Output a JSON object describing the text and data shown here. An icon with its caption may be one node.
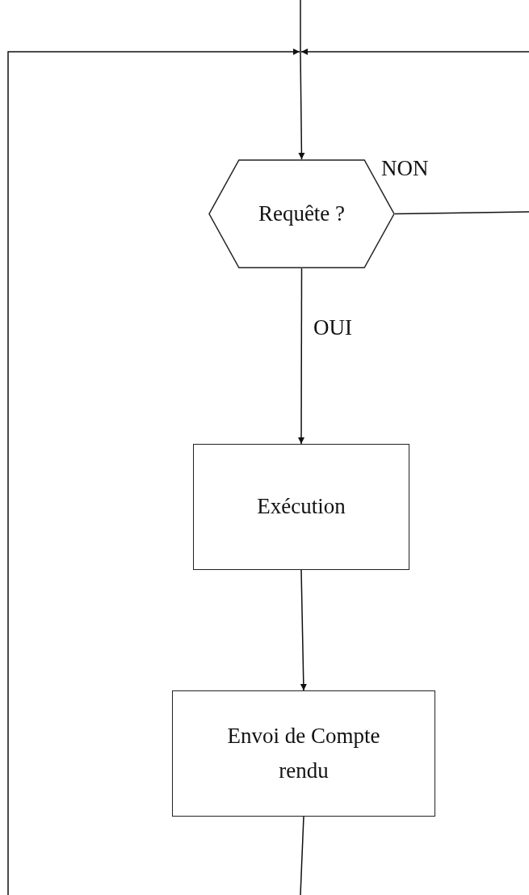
{
  "diagram": {
    "nodes": [
      {
        "text": [
          "Requête ?"
        ]
      },
      {
        "text": [
          "Exécution"
        ]
      },
      {
        "text": [
          "Envoi de Compte rendu"
        ]
      },
      {
        "text": [],
        "shape": "point"
      }
    ],
    "edges": [
      {
        "from": null,
        "to": 3,
        "arrow": "none"
      },
      {
        "from": 3,
        "to": 0,
        "arrow": "to"
      },
      {
        "from": 0,
        "to": null,
        "arrow": "none",
        "label": "NON"
      },
      {
        "from": null,
        "to": 3,
        "arrow": "to"
      },
      {
        "from": null,
        "to": 3,
        "arrow": "to"
      },
      {
        "from": 0,
        "to": 1,
        "arrow": "to",
        "label": "OUI"
      },
      {
        "from": 1,
        "to": 2,
        "arrow": "to"
      },
      {
        "from": 2,
        "to": null,
        "arrow": "none"
      }
    ]
  }
}
